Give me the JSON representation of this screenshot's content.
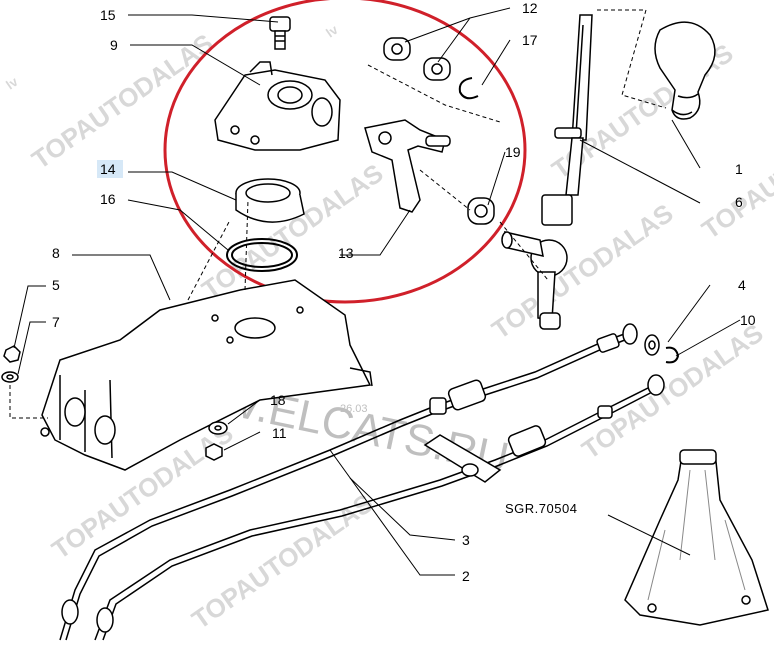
{
  "callouts": {
    "c1": "1",
    "c2": "2",
    "c3": "3",
    "c4": "4",
    "c5": "5",
    "c6": "6",
    "c7": "7",
    "c8": "8",
    "c9": "9",
    "c10": "10",
    "c11": "11",
    "c12": "12",
    "c13": "13",
    "c14": "14",
    "c15": "15",
    "c16": "16",
    "c17": "17",
    "c18": "18",
    "c19": "19"
  },
  "drawing_code": "SGR.70504",
  "watermarks": {
    "topautodalas": "TOPAUTODALAS",
    "tld": "lv",
    "elcats": "WWW.ELCATS.RU",
    "date_fragment": "26.03"
  },
  "colors": {
    "highlight_circle": "#d0202a",
    "highlight_label_bg": "#d6e8f7",
    "line": "#000000"
  }
}
